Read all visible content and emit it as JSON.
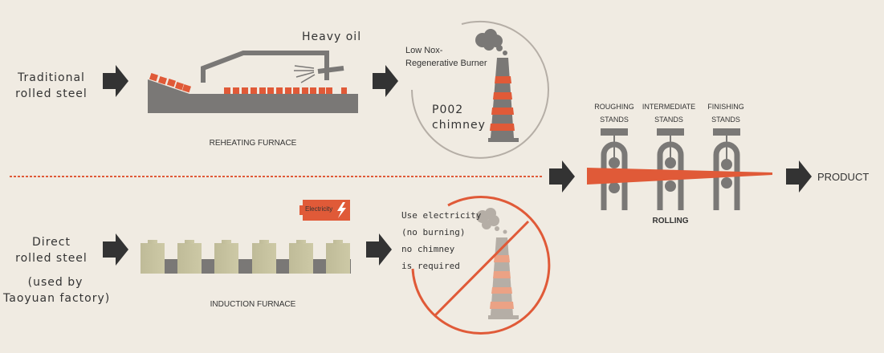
{
  "colors": {
    "background": "#f0ebe2",
    "accent_red": "#e05a38",
    "gray": "#7a7876",
    "dark_arrow": "#333333",
    "light_gray": "#b5aea6",
    "light_orange": "#eba285",
    "furnace_khaki": "#c4c09c"
  },
  "traditional": {
    "label_line1": "Traditional",
    "label_line2": "rolled steel",
    "fuel_label": "Heavy oil",
    "furnace_label": "REHEATING FURNACE",
    "burner_label_line1": "Low Nox-",
    "burner_label_line2": "Regenerative Burner",
    "chimney_label_line1": "P002",
    "chimney_label_line2": "chimney"
  },
  "direct": {
    "label_line1": "Direct",
    "label_line2": "rolled steel",
    "note_line1": "(used by",
    "note_line2": "Taoyuan factory)",
    "power_badge": "Electricity",
    "furnace_label": "INDUCTION FURNACE",
    "note_lines": [
      "Use electricity",
      "(no burning)",
      "no chimney",
      "is required"
    ]
  },
  "rolling": {
    "stands": [
      {
        "line1": "ROUGHING",
        "line2": "STANDS"
      },
      {
        "line1": "INTERMEDIATE",
        "line2": "STANDS"
      },
      {
        "line1": "FINISHING",
        "line2": "STANDS"
      }
    ],
    "label": "ROLLING",
    "output_label": "PRODUCT"
  }
}
